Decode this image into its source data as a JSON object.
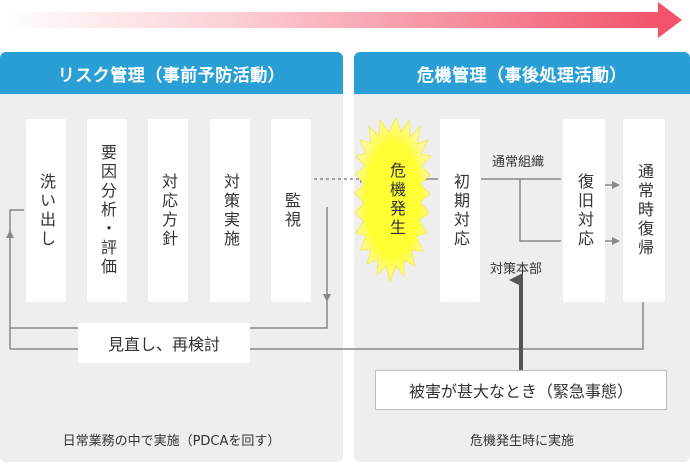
{
  "colors": {
    "header_blue": "#2a9fd6",
    "panel_bg": "#eeeeee",
    "arrow_red": "#f2536a",
    "line_gray": "#888888",
    "burst_yellow": "#ffff33"
  },
  "left_panel": {
    "title": "リスク管理（事前予防活動）",
    "steps": [
      "洗い出し",
      "要因分析・評価",
      "対応方針",
      "対策実施",
      "監視"
    ],
    "review_label": "見直し、再検討",
    "footer": "日常業務の中で実施（PDCAを回す）"
  },
  "right_panel": {
    "title": "危機管理（事後処理活動）",
    "crisis": "危機発生",
    "initial": "初期対応",
    "normal_org": "通常組織",
    "hq": "対策本部",
    "recovery": "復旧対応",
    "normal_return": "通常時復帰",
    "trigger": "被害が甚大なとき（緊急事態）",
    "footer": "危機発生時に実施"
  }
}
